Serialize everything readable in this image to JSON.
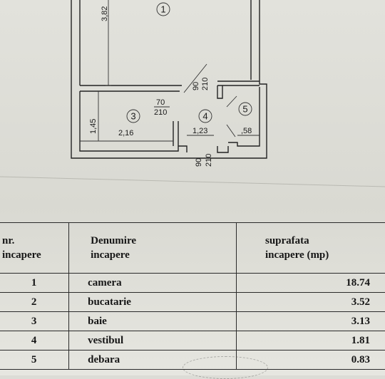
{
  "plan": {
    "rooms": [
      {
        "number": "1"
      },
      {
        "number": "3"
      },
      {
        "number": "4"
      },
      {
        "number": "5"
      }
    ],
    "dimensions": {
      "room1_height": "3,82",
      "room3_height": "1,45",
      "room3_width": "2,16",
      "room4_width": "1,23",
      "room5_width": ",58",
      "door_top_w": "90",
      "door_top_h": "210",
      "door_mid_w": "70",
      "door_mid_h": "210",
      "door_bottom_w": "90",
      "door_bottom_h": "210"
    }
  },
  "table": {
    "headers": {
      "nr_line1": "nr.",
      "nr_line2": "incapere",
      "name_line1": "Denumire",
      "name_line2": "incapere",
      "area_line1": "suprafata",
      "area_line2": "incapere (mp)"
    },
    "rows": [
      {
        "nr": "1",
        "name": "camera",
        "area": "18.74"
      },
      {
        "nr": "2",
        "name": "bucatarie",
        "area": "3.52"
      },
      {
        "nr": "3",
        "name": "baie",
        "area": "3.13"
      },
      {
        "nr": "4",
        "name": "vestibul",
        "area": "1.81"
      },
      {
        "nr": "5",
        "name": "debara",
        "area": "0.83"
      }
    ]
  }
}
